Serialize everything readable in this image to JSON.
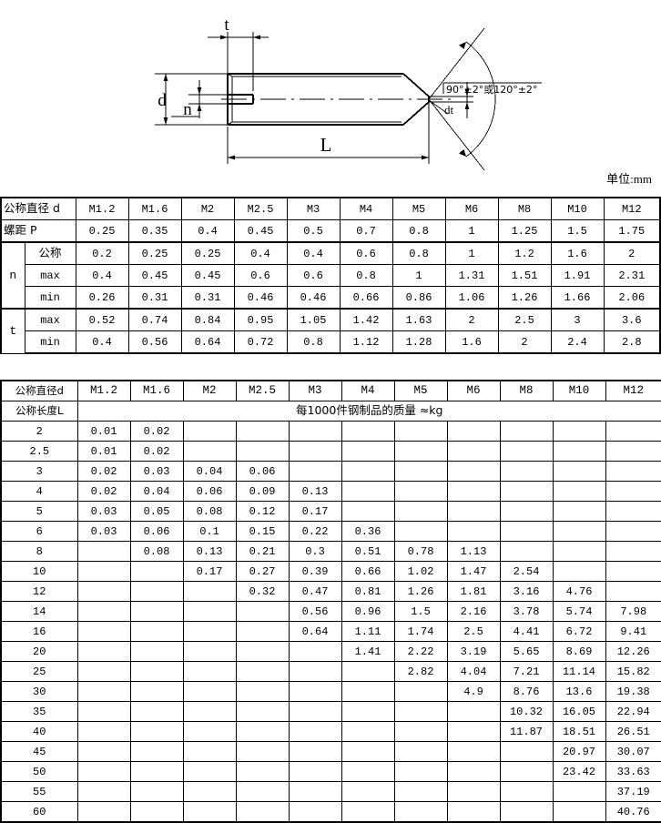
{
  "drawing": {
    "labels": {
      "t": "t",
      "d": "d",
      "n": "n",
      "L": "L",
      "dt": "dt",
      "angle_note": "90°±2°或120°±2°"
    }
  },
  "units_note": "单位:mm",
  "table_one": {
    "row_diameter_label": "公称直径  d",
    "row_pitch_label": "螺距    P",
    "group_n_label": "n",
    "group_t_label": "t",
    "sub_labels": {
      "nominal": "公称",
      "max": "max",
      "min": "min"
    },
    "diameters": [
      "M1.2",
      "M1.6",
      "M2",
      "M2.5",
      "M3",
      "M4",
      "M5",
      "M6",
      "M8",
      "M10",
      "M12"
    ],
    "pitch": [
      "0.25",
      "0.35",
      "0.4",
      "0.45",
      "0.5",
      "0.7",
      "0.8",
      "1",
      "1.25",
      "1.5",
      "1.75"
    ],
    "n_nominal": [
      "0.2",
      "0.25",
      "0.25",
      "0.4",
      "0.4",
      "0.6",
      "0.8",
      "1",
      "1.2",
      "1.6",
      "2"
    ],
    "n_max": [
      "0.4",
      "0.45",
      "0.45",
      "0.6",
      "0.6",
      "0.8",
      "1",
      "1.31",
      "1.51",
      "1.91",
      "2.31"
    ],
    "n_min": [
      "0.26",
      "0.31",
      "0.31",
      "0.46",
      "0.46",
      "0.66",
      "0.86",
      "1.06",
      "1.26",
      "1.66",
      "2.06"
    ],
    "t_max": [
      "0.52",
      "0.74",
      "0.84",
      "0.95",
      "1.05",
      "1.42",
      "1.63",
      "2",
      "2.5",
      "3",
      "3.6"
    ],
    "t_min": [
      "0.4",
      "0.56",
      "0.64",
      "0.72",
      "0.8",
      "1.12",
      "1.28",
      "1.6",
      "2",
      "2.4",
      "2.8"
    ]
  },
  "table_two": {
    "header_diameter_label": "公称直径d",
    "header_length_label": "公称长度L",
    "mass_banner": "每1000件钢制品的质量 ≈kg",
    "diameters": [
      "M1.2",
      "M1.6",
      "M2",
      "M2.5",
      "M3",
      "M4",
      "M5",
      "M6",
      "M8",
      "M10",
      "M12"
    ],
    "rows": [
      {
        "length": "2",
        "values": [
          "0.01",
          "0.02",
          "",
          "",
          "",
          "",
          "",
          "",
          "",
          "",
          ""
        ]
      },
      {
        "length": "2.5",
        "values": [
          "0.01",
          "0.02",
          "",
          "",
          "",
          "",
          "",
          "",
          "",
          "",
          ""
        ]
      },
      {
        "length": "3",
        "values": [
          "0.02",
          "0.03",
          "0.04",
          "0.06",
          "",
          "",
          "",
          "",
          "",
          "",
          ""
        ]
      },
      {
        "length": "4",
        "values": [
          "0.02",
          "0.04",
          "0.06",
          "0.09",
          "0.13",
          "",
          "",
          "",
          "",
          "",
          ""
        ]
      },
      {
        "length": "5",
        "values": [
          "0.03",
          "0.05",
          "0.08",
          "0.12",
          "0.17",
          "",
          "",
          "",
          "",
          "",
          ""
        ]
      },
      {
        "length": "6",
        "values": [
          "0.03",
          "0.06",
          "0.1",
          "0.15",
          "0.22",
          "0.36",
          "",
          "",
          "",
          "",
          ""
        ]
      },
      {
        "length": "8",
        "values": [
          "",
          "0.08",
          "0.13",
          "0.21",
          "0.3",
          "0.51",
          "0.78",
          "1.13",
          "",
          "",
          ""
        ]
      },
      {
        "length": "10",
        "values": [
          "",
          "",
          "0.17",
          "0.27",
          "0.39",
          "0.66",
          "1.02",
          "1.47",
          "2.54",
          "",
          ""
        ]
      },
      {
        "length": "12",
        "values": [
          "",
          "",
          "",
          "0.32",
          "0.47",
          "0.81",
          "1.26",
          "1.81",
          "3.16",
          "4.76",
          ""
        ]
      },
      {
        "length": "14",
        "values": [
          "",
          "",
          "",
          "",
          "0.56",
          "0.96",
          "1.5",
          "2.16",
          "3.78",
          "5.74",
          "7.98"
        ]
      },
      {
        "length": "16",
        "values": [
          "",
          "",
          "",
          "",
          "0.64",
          "1.11",
          "1.74",
          "2.5",
          "4.41",
          "6.72",
          "9.41"
        ]
      },
      {
        "length": "20",
        "values": [
          "",
          "",
          "",
          "",
          "",
          "1.41",
          "2.22",
          "3.19",
          "5.65",
          "8.69",
          "12.26"
        ]
      },
      {
        "length": "25",
        "values": [
          "",
          "",
          "",
          "",
          "",
          "",
          "2.82",
          "4.04",
          "7.21",
          "11.14",
          "15.82"
        ]
      },
      {
        "length": "30",
        "values": [
          "",
          "",
          "",
          "",
          "",
          "",
          "",
          "4.9",
          "8.76",
          "13.6",
          "19.38"
        ]
      },
      {
        "length": "35",
        "values": [
          "",
          "",
          "",
          "",
          "",
          "",
          "",
          "",
          "10.32",
          "16.05",
          "22.94"
        ]
      },
      {
        "length": "40",
        "values": [
          "",
          "",
          "",
          "",
          "",
          "",
          "",
          "",
          "11.87",
          "18.51",
          "26.51"
        ]
      },
      {
        "length": "45",
        "values": [
          "",
          "",
          "",
          "",
          "",
          "",
          "",
          "",
          "",
          "20.97",
          "30.07"
        ]
      },
      {
        "length": "50",
        "values": [
          "",
          "",
          "",
          "",
          "",
          "",
          "",
          "",
          "",
          "23.42",
          "33.63"
        ]
      },
      {
        "length": "55",
        "values": [
          "",
          "",
          "",
          "",
          "",
          "",
          "",
          "",
          "",
          "",
          "37.19"
        ]
      },
      {
        "length": "60",
        "values": [
          "",
          "",
          "",
          "",
          "",
          "",
          "",
          "",
          "",
          "",
          "40.76"
        ]
      }
    ]
  }
}
